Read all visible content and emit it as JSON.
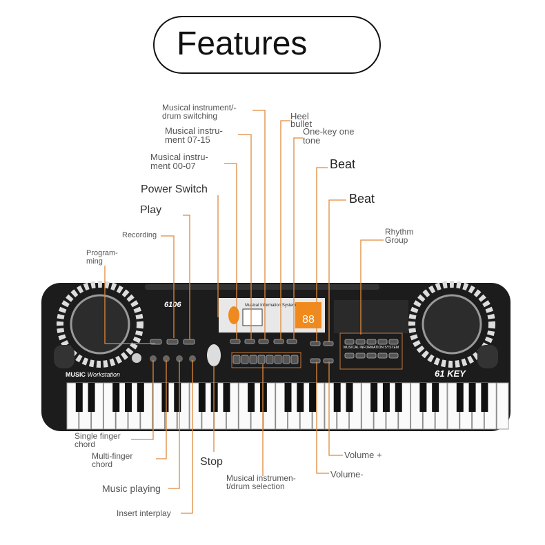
{
  "title": "Features",
  "colors": {
    "leader_line": "#e0893a",
    "keyboard_body": "#1c1c1c",
    "accent_frame": "#c9783a"
  },
  "keyboard": {
    "model": "6106",
    "brand_line_bold": "MUSIC",
    "brand_line_italic": "Workstation",
    "key_count_badge": "61 KEY",
    "panel_caption": "MUSICAL INFORMATION SYSTEM",
    "display_caption": "Musical Information System",
    "display_digits": "88"
  },
  "labels": {
    "instrument_drum_switching": "Musical instrument/-\ndrum switching",
    "instrument_07_15": "Musical instru-\nment 07-15",
    "instrument_00_07": "Musical instru-\nment 00-07",
    "heel_bullet": "Heel\nbullet",
    "one_key_one_tone": "One-key one\ntone",
    "beat_1": "Beat",
    "beat_2": "Beat",
    "rhythm_group": "Rhythm\nGroup",
    "power_switch": "Power Switch",
    "play": "Play",
    "recording": "Recording",
    "programming": "Program-\nming",
    "single_finger_chord": "Single finger\nchord",
    "multi_finger_chord": "Multi-finger\nchord",
    "stop": "Stop",
    "music_playing": "Music playing",
    "insert_interplay": "Insert interplay",
    "instrument_drum_selection": "Musical instrumen-\nt/drum selection",
    "volume_plus": "Volume +",
    "volume_minus": "Volume-"
  }
}
